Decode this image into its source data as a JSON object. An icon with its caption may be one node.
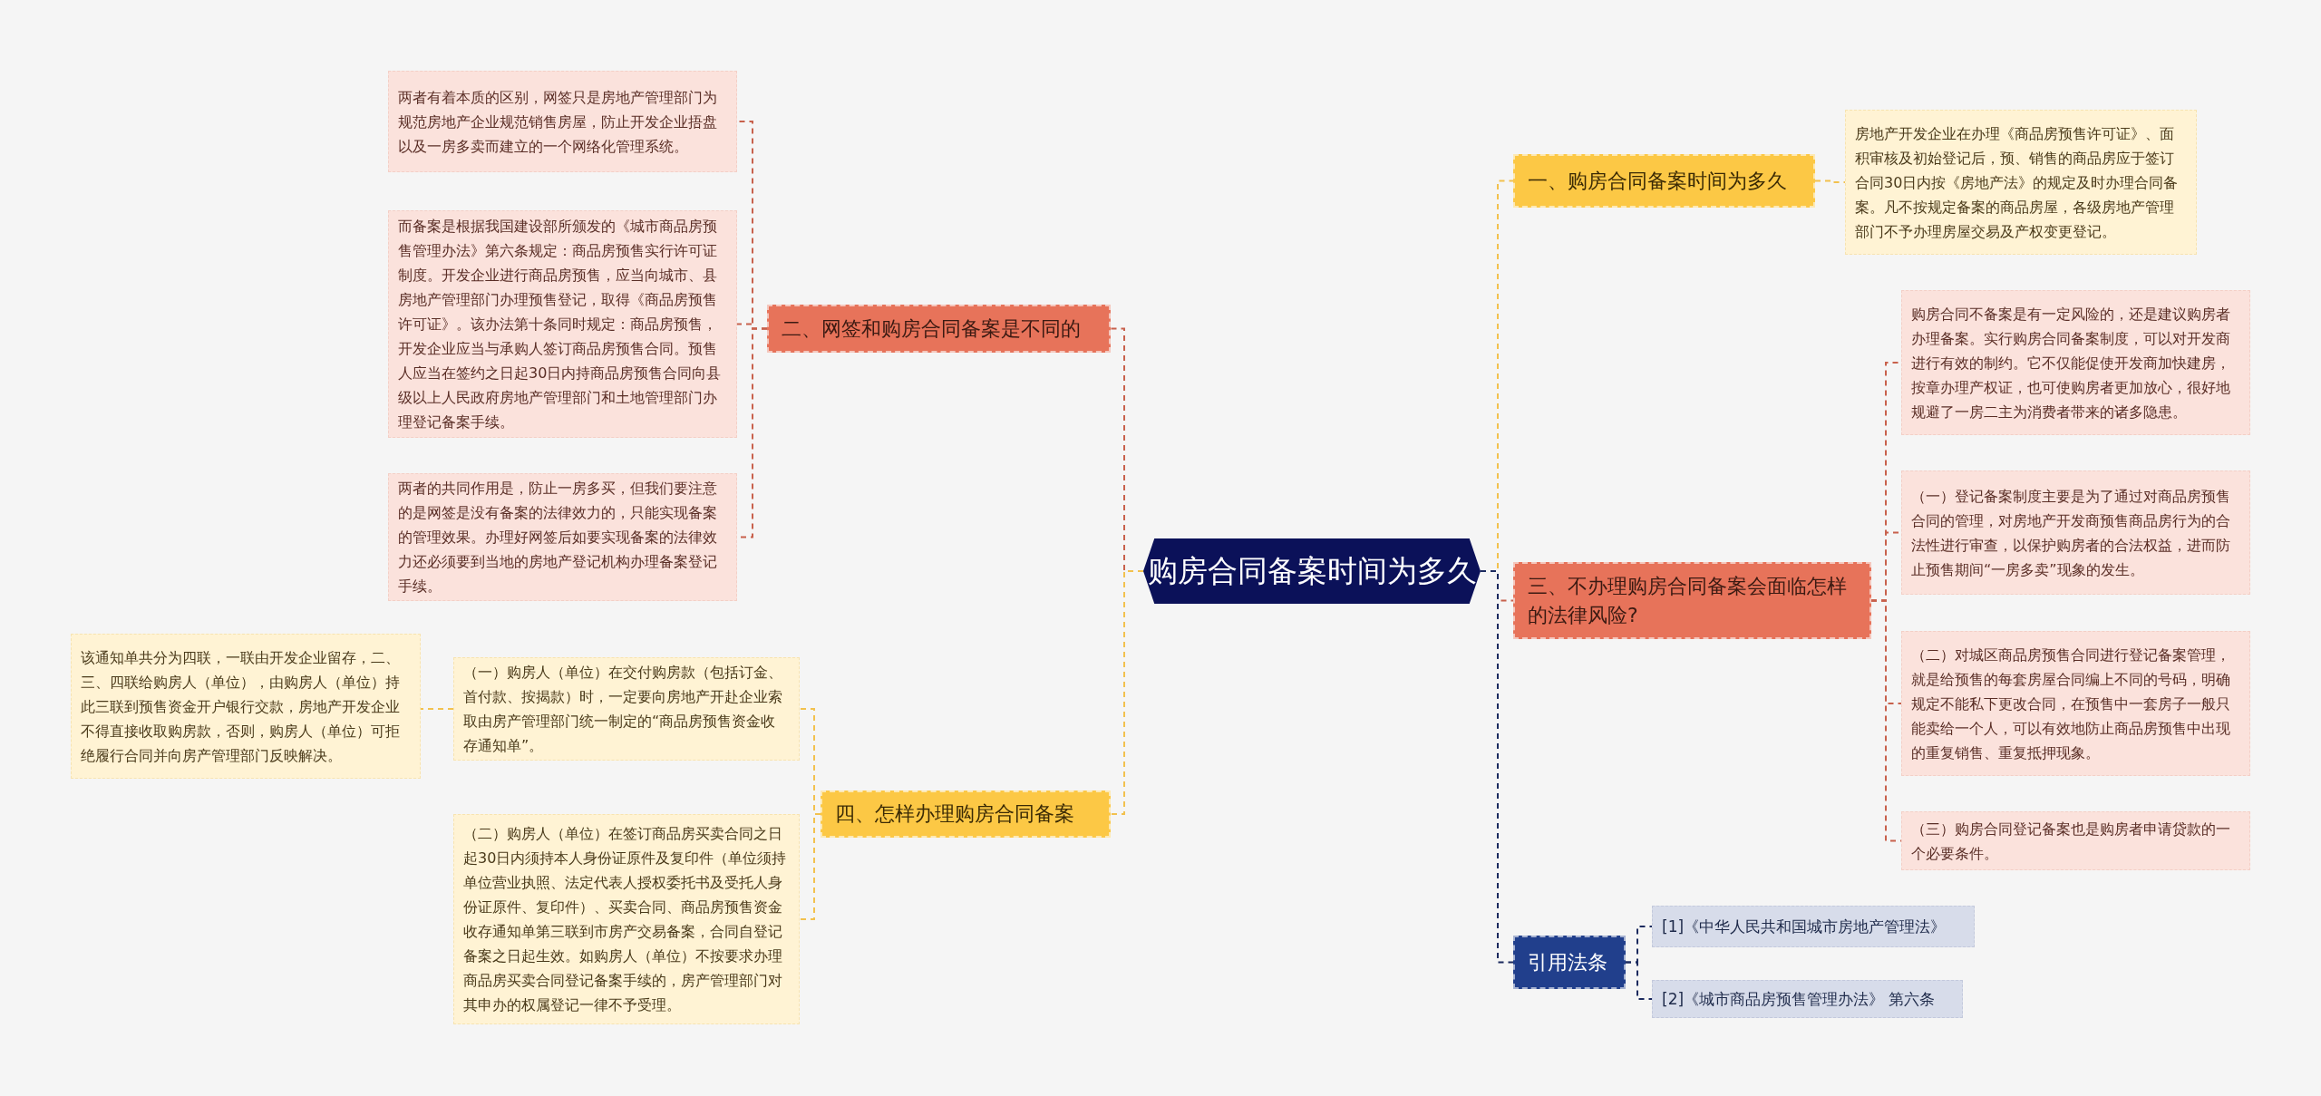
{
  "diagram": {
    "nodes": [
      {
        "text": [
          "购房合同备案时间为多久"
        ]
      },
      {
        "text": [
          "二、网签和购房合同备案是不同的"
        ]
      },
      {
        "text": [
          "两者有着本质的区别，网签只是房地产管理部门为规范房地产企业规范销售房屋，防止开发企业捂盘以及一房多卖而建立的一个网络化管理系统。"
        ]
      },
      {
        "text": [
          "而备案是根据我国建设部所颁发的《城市商品房预售管理办法》第六条规定：商品房预售实行许可证制度。开发企业进行商品房预售，应当向城市、县房地产管理部门办理预售登记，取得《商品房预售许可证》。该办法第十条同时规定：商品房预售，开发企业应当与承购人签订商品房预售合同。预售人应当在签约之日起30日内持商品房预售合同向县级以上人民政府房地产管理部门和土地管理部门办理登记备案手续。"
        ]
      },
      {
        "text": [
          "两者的共同作用是，防止一房多买，但我们要注意的是网签是没有备案的法律效力的，只能实现备案的管理效果。办理好网签后如要实现备案的法律效力还必须要到当地的房地产登记机构办理备案登记手续。"
        ]
      },
      {
        "text": [
          "四、怎样办理购房合同备案"
        ]
      },
      {
        "text": [
          "（一）购房人（单位）在交付购房款（包括订金、首付款、按揭款）时，一定要向房地产开赴企业索取由房产管理部门统一制定的“商品房预售资金收存通知单”。"
        ]
      },
      {
        "text": [
          "该通知单共分为四联，一联由开发企业留存，二、三、四联给购房人（单位），由购房人（单位）持此三联到预售资金开户银行交款，房地产开发企业不得直接收取购房款，否则，购房人（单位）可拒绝履行合同并向房产管理部门反映解决。"
        ]
      },
      {
        "text": [
          "（二）购房人（单位）在签订商品房买卖合同之日起30日内须持本人身份证原件及复印件（单位须持单位营业执照、法定代表人授权委托书及受托人身份证原件、复印件）、买卖合同、商品房预售资金收存通知单第三联到市房产交易备案，合同自登记备案之日起生效。如购房人（单位）不按要求办理商品房买卖合同登记备案手续的，房产管理部门对其申办的权属登记一律不予受理。"
        ]
      },
      {
        "text": [
          "一、购房合同备案时间为多久"
        ]
      },
      {
        "text": [
          "房地产开发企业在办理《商品房预售许可证》、面积审核及初始登记后，预、销售的商品房应于签订合同30日内按《房地产法》的规定及时办理合同备案。凡不按规定备案的商品房屋，各级房地产管理部门不予办理房屋交易及产权变更登记。"
        ]
      },
      {
        "text": [
          "三、不办理购房合同备案会面临怎样的法律风险?"
        ]
      },
      {
        "text": [
          "购房合同不备案是有一定风险的，还是建议购房者办理备案。实行购房合同备案制度，可以对开发商进行有效的制约。它不仅能促使开发商加快建房，按章办理产权证，也可使购房者更加放心，很好地规避了一房二主为消费者带来的诸多隐患。"
        ]
      },
      {
        "text": [
          "（一）登记备案制度主要是为了通过对商品房预售合同的管理，对房地产开发商预售商品房行为的合法性进行审查，以保护购房者的合法权益，进而防止预售期间“一房多卖”现象的发生。"
        ]
      },
      {
        "text": [
          "（二）对城区商品房预售合同进行登记备案管理，就是给预售的每套房屋合同编上不同的号码，明确规定不能私下更改合同，在预售中一套房子一般只能卖给一个人，可以有效地防止商品房预售中出现的重复销售、重复抵押现象。"
        ]
      },
      {
        "text": [
          "（三）购房合同登记备案也是购房者申请贷款的一个必要条件。"
        ]
      },
      {
        "text": [
          "引用法条"
        ]
      },
      {
        "text": [
          "[1]《中华人民共和国城市房地产管理法》"
        ]
      },
      {
        "text": [
          "[2]《城市商品房预售管理办法》 第六条"
        ]
      }
    ],
    "edges": [
      {
        "from": 0,
        "to": 1,
        "arrow": "none",
        "style": "dashed"
      },
      {
        "from": 1,
        "to": 2,
        "arrow": "none",
        "style": "dashed"
      },
      {
        "from": 1,
        "to": 3,
        "arrow": "none",
        "style": "dashed"
      },
      {
        "from": 1,
        "to": 4,
        "arrow": "none",
        "style": "dashed"
      },
      {
        "from": 0,
        "to": 5,
        "arrow": "none",
        "style": "dashed",
        "color": "#f2c14e"
      },
      {
        "from": 5,
        "to": 6,
        "arrow": "none",
        "style": "dashed",
        "color": "#f2c14e"
      },
      {
        "from": 6,
        "to": 7,
        "arrow": "none",
        "style": "dashed",
        "color": "#f2c14e"
      },
      {
        "from": 5,
        "to": 8,
        "arrow": "none",
        "style": "dashed",
        "color": "#f2c14e"
      },
      {
        "from": 0,
        "to": 9,
        "arrow": "none",
        "style": "dashed",
        "color": "#f2c14e"
      },
      {
        "from": 9,
        "to": 10,
        "arrow": "none",
        "style": "dashed",
        "color": "#f2c14e"
      },
      {
        "from": 0,
        "to": 11,
        "arrow": "none",
        "style": "dashed"
      },
      {
        "from": 11,
        "to": 12,
        "arrow": "none",
        "style": "dashed"
      },
      {
        "from": 11,
        "to": 13,
        "arrow": "none",
        "style": "dashed"
      },
      {
        "from": 11,
        "to": 14,
        "arrow": "none",
        "style": "dashed"
      },
      {
        "from": 11,
        "to": 15,
        "arrow": "none",
        "style": "dashed"
      },
      {
        "from": 0,
        "to": 16,
        "arrow": "none",
        "style": "dashed",
        "color": "#1b2a5e"
      },
      {
        "from": 16,
        "to": 17,
        "arrow": "none",
        "style": "dashed",
        "color": "#1b2a5e"
      },
      {
        "from": 16,
        "to": 18,
        "arrow": "none",
        "style": "dashed",
        "color": "#1b2a5e"
      }
    ]
  }
}
